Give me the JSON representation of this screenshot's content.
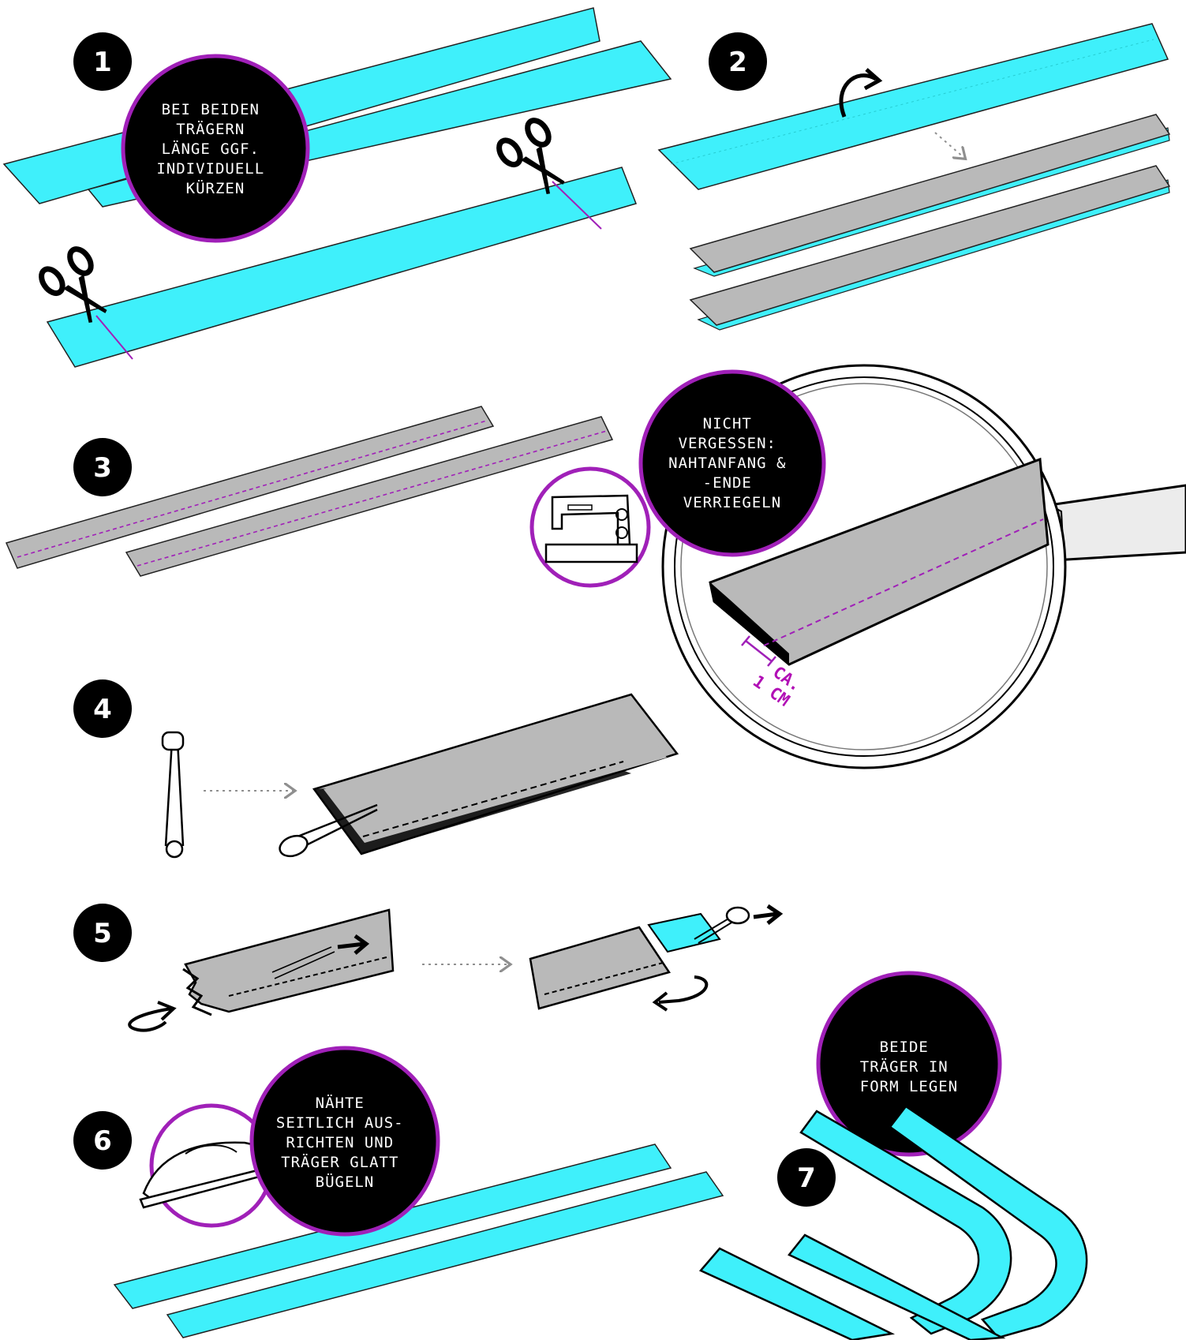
{
  "colors": {
    "strap": "#3ff0fb",
    "fabric": "#b9b9b9",
    "accent": "#a020b8",
    "bubble": "#000000",
    "text": "#ffffff"
  },
  "steps": [
    {
      "number": "1",
      "lines": [
        "BEI BEIDEN",
        "TRÄGERN",
        "LÄNGE GGF.",
        "INDIVIDUELL",
        "KÜRZEN"
      ]
    },
    {
      "number": "2"
    },
    {
      "number": "3",
      "lines": [
        "NICHT",
        "VERGESSEN:",
        "NAHTANFANG &",
        "-ENDE",
        "VERRIEGELN"
      ],
      "measure": [
        "CA.",
        "1 CM"
      ]
    },
    {
      "number": "4"
    },
    {
      "number": "5"
    },
    {
      "number": "6",
      "lines": [
        "NÄHTE",
        "SEITLICH AUS-",
        "RICHTEN UND",
        "TRÄGER GLATT",
        "BÜGELN"
      ]
    },
    {
      "number": "7",
      "lines": [
        "BEIDE",
        "TRÄGER IN",
        "FORM LEGEN"
      ]
    }
  ],
  "icons": [
    "scissors-icon",
    "rotate-arrow-icon",
    "sewing-machine-icon",
    "magnifier-icon",
    "safety-pin-icon",
    "iron-icon"
  ]
}
